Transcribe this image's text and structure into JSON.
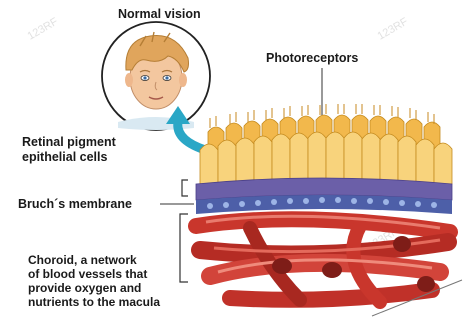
{
  "diagram": {
    "title": "Normal vision",
    "labels": {
      "photoreceptors": "Photoreceptors",
      "rpe_line1": "Retinal pigment",
      "rpe_line2": "epithelial cells",
      "bruchs": "Bruch´s membrane",
      "choroid_line1": "Choroid, a network",
      "choroid_line2": "of blood vessels that",
      "choroid_line3": "provide oxygen and",
      "choroid_line4": "nutrients to the macula"
    },
    "watermark": "123RF"
  },
  "colors": {
    "photoreceptor_fill": "#f5c25a",
    "photoreceptor_stroke": "#c48a1e",
    "cilia": "#c78a22",
    "rpe_purple": "#6b5fa8",
    "bruchs_blue": "#4d5fa8",
    "vessel_red": "#c9362c",
    "vessel_dark": "#7e1d18",
    "arrow_teal": "#2aa7c6",
    "skin": "#f3c79f",
    "hair": "#e0a55c"
  }
}
